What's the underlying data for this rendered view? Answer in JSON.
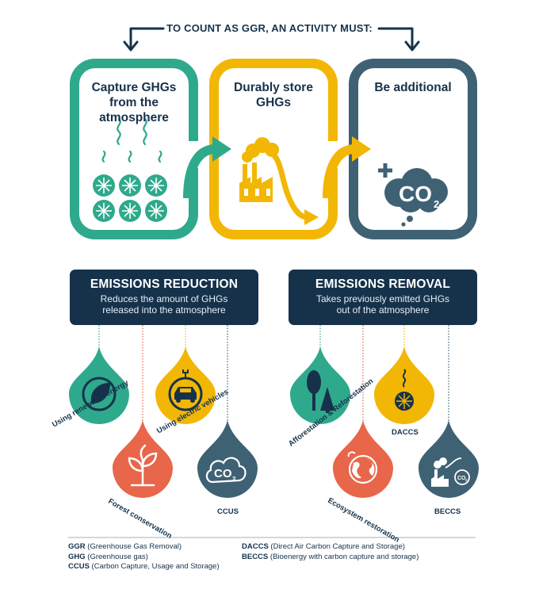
{
  "header": {
    "text": "TO COUNT AS GGR, AN ACTIVITY MUST:"
  },
  "criteria": [
    {
      "title": "Capture GHGs from the atmosphere",
      "color": "#2fa98c"
    },
    {
      "title": "Durably store GHGs",
      "color": "#f2b705"
    },
    {
      "title": "Be additional",
      "color": "#3f6174"
    }
  ],
  "co2_icon": {
    "text": "CO",
    "sub": "2",
    "plus": "+"
  },
  "banners": [
    {
      "title": "EMISSIONS REDUCTION",
      "subtitle_line1": "Reduces the amount of GHGs",
      "subtitle_line2": "released into the atmosphere"
    },
    {
      "title": "EMISSIONS REMOVAL",
      "subtitle_line1": "Takes previously emitted GHGs",
      "subtitle_line2": "out of the atmosphere"
    }
  ],
  "reduction": [
    {
      "label": "Using renewable energy",
      "color": "#2fa98c",
      "icon": "renewable-energy-plug-icon"
    },
    {
      "label": "Using electric vehicles",
      "color": "#f2b705",
      "icon": "electric-vehicle-icon"
    },
    {
      "label": "Forest conservation",
      "color": "#e8664a",
      "icon": "plant-icon"
    },
    {
      "label": "CCUS",
      "color": "#3f6174",
      "icon": "co2-cloud-icon",
      "icon_text": "CO",
      "icon_sub": "2"
    }
  ],
  "removal": [
    {
      "label": "Afforestation & Reforestation",
      "color": "#2fa98c",
      "icon": "trees-icon"
    },
    {
      "label": "DACCS",
      "color": "#f2b705",
      "icon": "fan-icon"
    },
    {
      "label": "Ecosystem restoration",
      "color": "#e8664a",
      "icon": "globe-icon"
    },
    {
      "label": "BECCS",
      "color": "#3f6174",
      "icon": "bioenergy-factory-icon",
      "icon_text": "CO",
      "icon_sub": "2"
    }
  ],
  "legend": {
    "left": [
      {
        "abbr": "GGR",
        "desc": " (Greenhouse Gas Removal)"
      },
      {
        "abbr": "GHG",
        "desc": " (Greenhouse gas)"
      },
      {
        "abbr": "CCUS",
        "desc": " (Carbon Capture, Usage and Storage)"
      }
    ],
    "right": [
      {
        "abbr": "DACCS",
        "desc": " (Direct Air Carbon Capture and Storage)"
      },
      {
        "abbr": "BECCS",
        "desc": " (Bioenergy with carbon capture and storage)"
      }
    ]
  }
}
